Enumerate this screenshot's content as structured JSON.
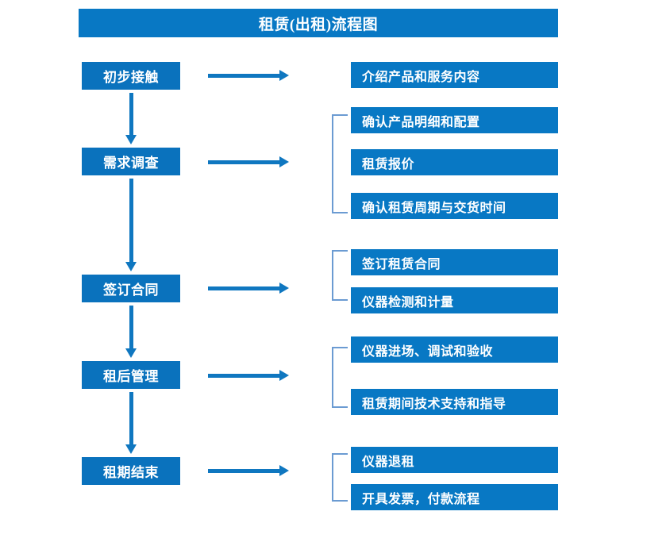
{
  "diagram": {
    "title": "租赁(出租)流程图",
    "colors": {
      "title_bar": "#0878c4",
      "stage_box": "#0a72bd",
      "detail_box": "#0878c4",
      "arrow": "#0f77c0",
      "bracket": "#6b9bd2",
      "text": "#ffffff",
      "background": "#ffffff"
    },
    "stages": [
      {
        "label": "初步接触"
      },
      {
        "label": "需求调查"
      },
      {
        "label": "签订合同"
      },
      {
        "label": "租后管理"
      },
      {
        "label": "租期结束"
      }
    ],
    "details": [
      {
        "label": "介绍产品和服务内容"
      },
      {
        "label": "确认产品明细和配置"
      },
      {
        "label": "租赁报价"
      },
      {
        "label": "确认租赁周期与交货时间"
      },
      {
        "label": "签订租赁合同"
      },
      {
        "label": "仪器检测和计量"
      },
      {
        "label": "仪器进场、调试和验收"
      },
      {
        "label": "租赁期间技术支持和指导"
      },
      {
        "label": "仪器退租"
      },
      {
        "label": "开具发票，付款流程"
      }
    ],
    "groups": [
      {
        "stage": "需求调查",
        "members": [
          "确认产品明细和配置",
          "租赁报价",
          "确认租赁周期与交货时间"
        ]
      },
      {
        "stage": "签订合同",
        "members": [
          "签订租赁合同",
          "仪器检测和计量"
        ]
      },
      {
        "stage": "租后管理",
        "members": [
          "仪器进场、调试和验收",
          "租赁期间技术支持和指导"
        ]
      },
      {
        "stage": "租期结束",
        "members": [
          "仪器退租",
          "开具发票，付款流程"
        ]
      }
    ],
    "flow_sequence": [
      "初步接触",
      "需求调查",
      "签订合同",
      "租后管理",
      "租期结束"
    ]
  }
}
